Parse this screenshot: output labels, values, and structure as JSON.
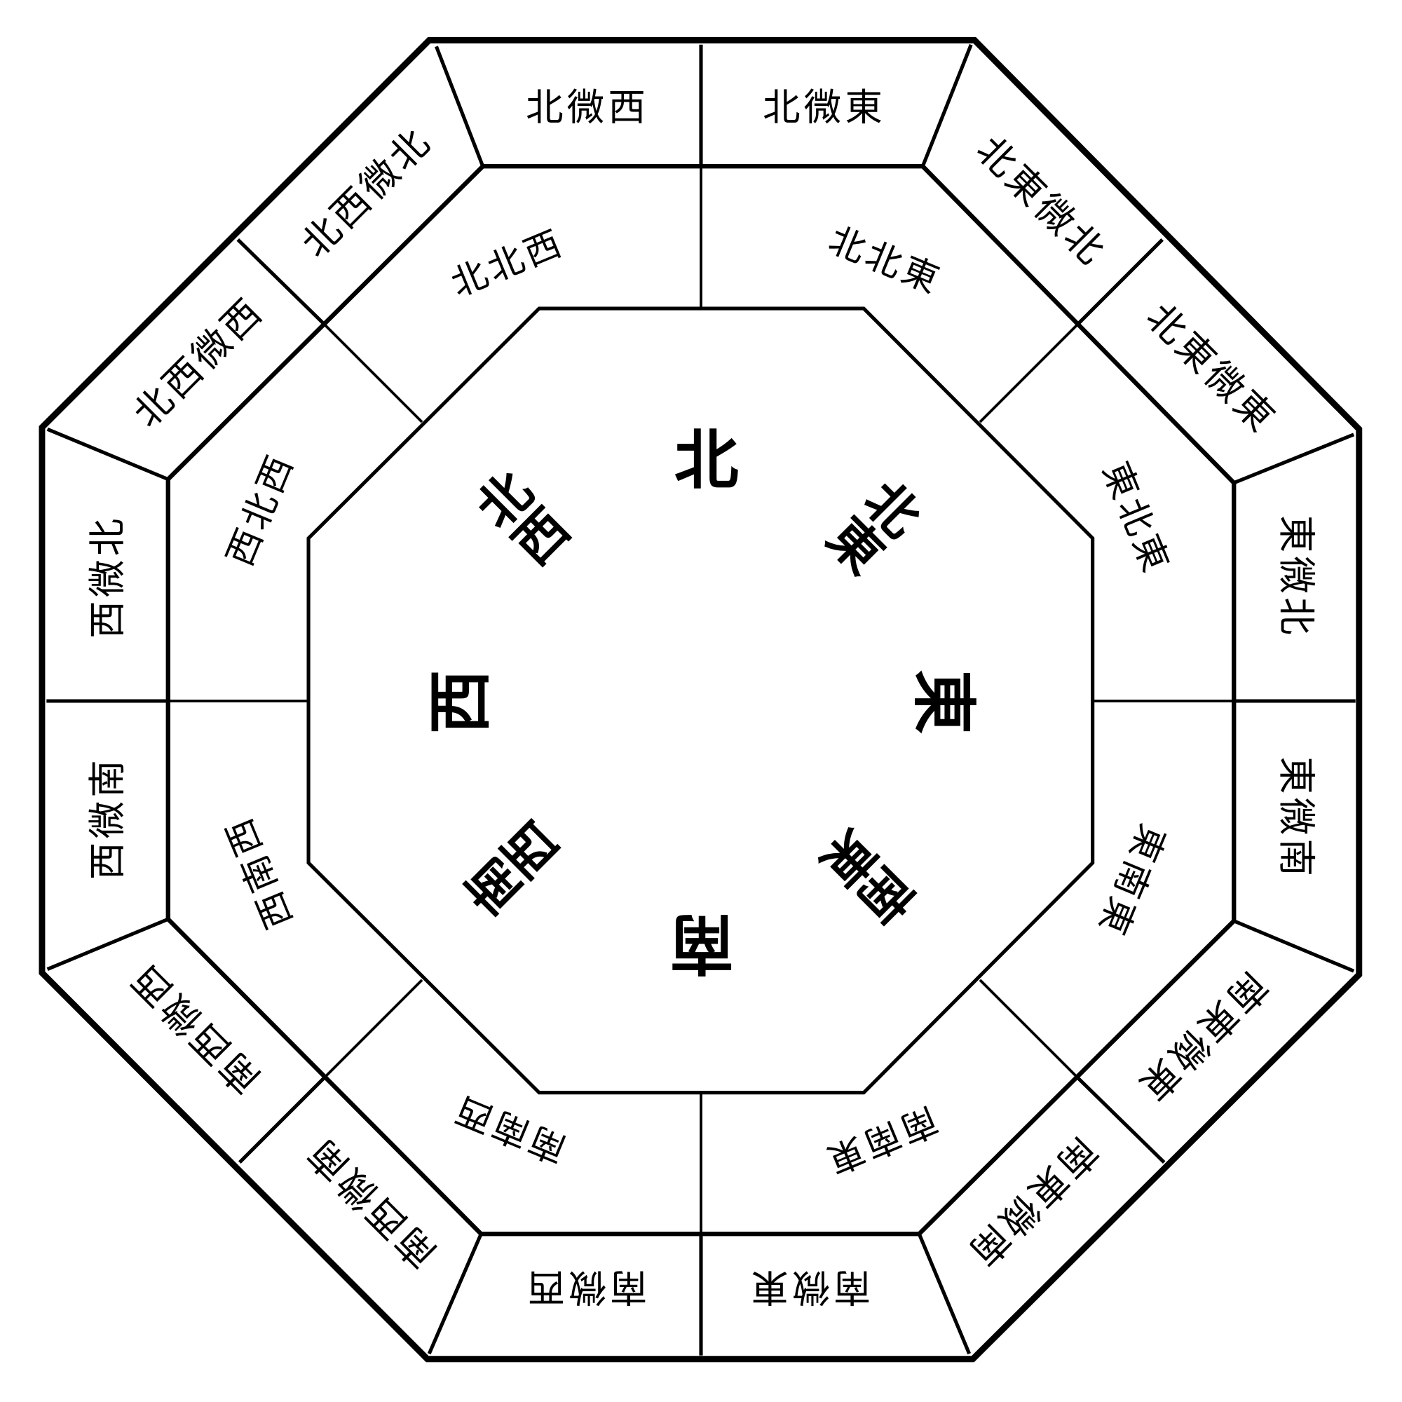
{
  "title": "Compass direction octagon",
  "inner": {
    "n": "北",
    "ne": "北東",
    "e": "東",
    "se": "南東",
    "s": "南",
    "sw": "南西",
    "w": "西",
    "nw": "北西"
  },
  "middle": {
    "nnw": "北北西",
    "nne": "北北東",
    "ene": "東北東",
    "ese": "東南東",
    "sse": "南南東",
    "ssw": "南南西",
    "wsw": "西南西",
    "wnw": "西北西"
  },
  "outer": {
    "n_w": "北微西",
    "n_e": "北微東",
    "ne_n": "北東微北",
    "ne_e": "北東微東",
    "e_n": "東微北",
    "e_s": "東微南",
    "se_e": "南東微東",
    "se_s": "南東微南",
    "s_e": "南微東",
    "s_w": "南微西",
    "sw_s": "南西微南",
    "sw_w": "南西微西",
    "w_s": "西微南",
    "w_n": "西微北",
    "nw_w": "北西微西",
    "nw_n": "北西微北"
  },
  "colors": {
    "line": "#000000",
    "background": "#ffffff"
  }
}
